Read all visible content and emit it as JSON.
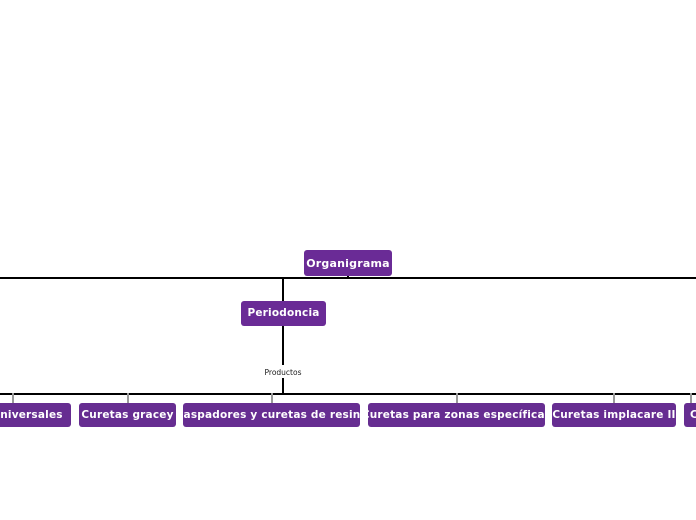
{
  "diagram": {
    "title": "Organigrama",
    "background_color": "#ffffff",
    "node_color": "#662d91",
    "node_text_color": "#ffffff",
    "connector_color": "#000000",
    "stub_color": "#9a9a9a",
    "root": {
      "label": "Organigrama"
    },
    "branch": {
      "label": "Periodoncia"
    },
    "edge_label": {
      "label": "Productos"
    },
    "leaves": [
      {
        "label": "s universales",
        "clipped": "left"
      },
      {
        "label": "Curetas gracey",
        "clipped": "none"
      },
      {
        "label": "Raspadores y curetas de resina",
        "clipped": "none"
      },
      {
        "label": "Curetas para zonas específicas",
        "clipped": "none"
      },
      {
        "label": "Curetas implacare II",
        "clipped": "none"
      },
      {
        "label": "C",
        "clipped": "right"
      }
    ]
  }
}
